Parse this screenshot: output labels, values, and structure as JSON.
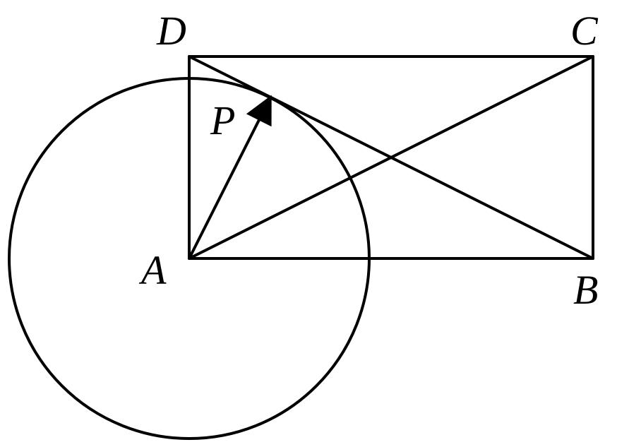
{
  "labels": {
    "A": "A",
    "B": "B",
    "C": "C",
    "D": "D",
    "P": "P"
  },
  "colors": {
    "stroke": "#000000",
    "background": "#ffffff"
  }
}
